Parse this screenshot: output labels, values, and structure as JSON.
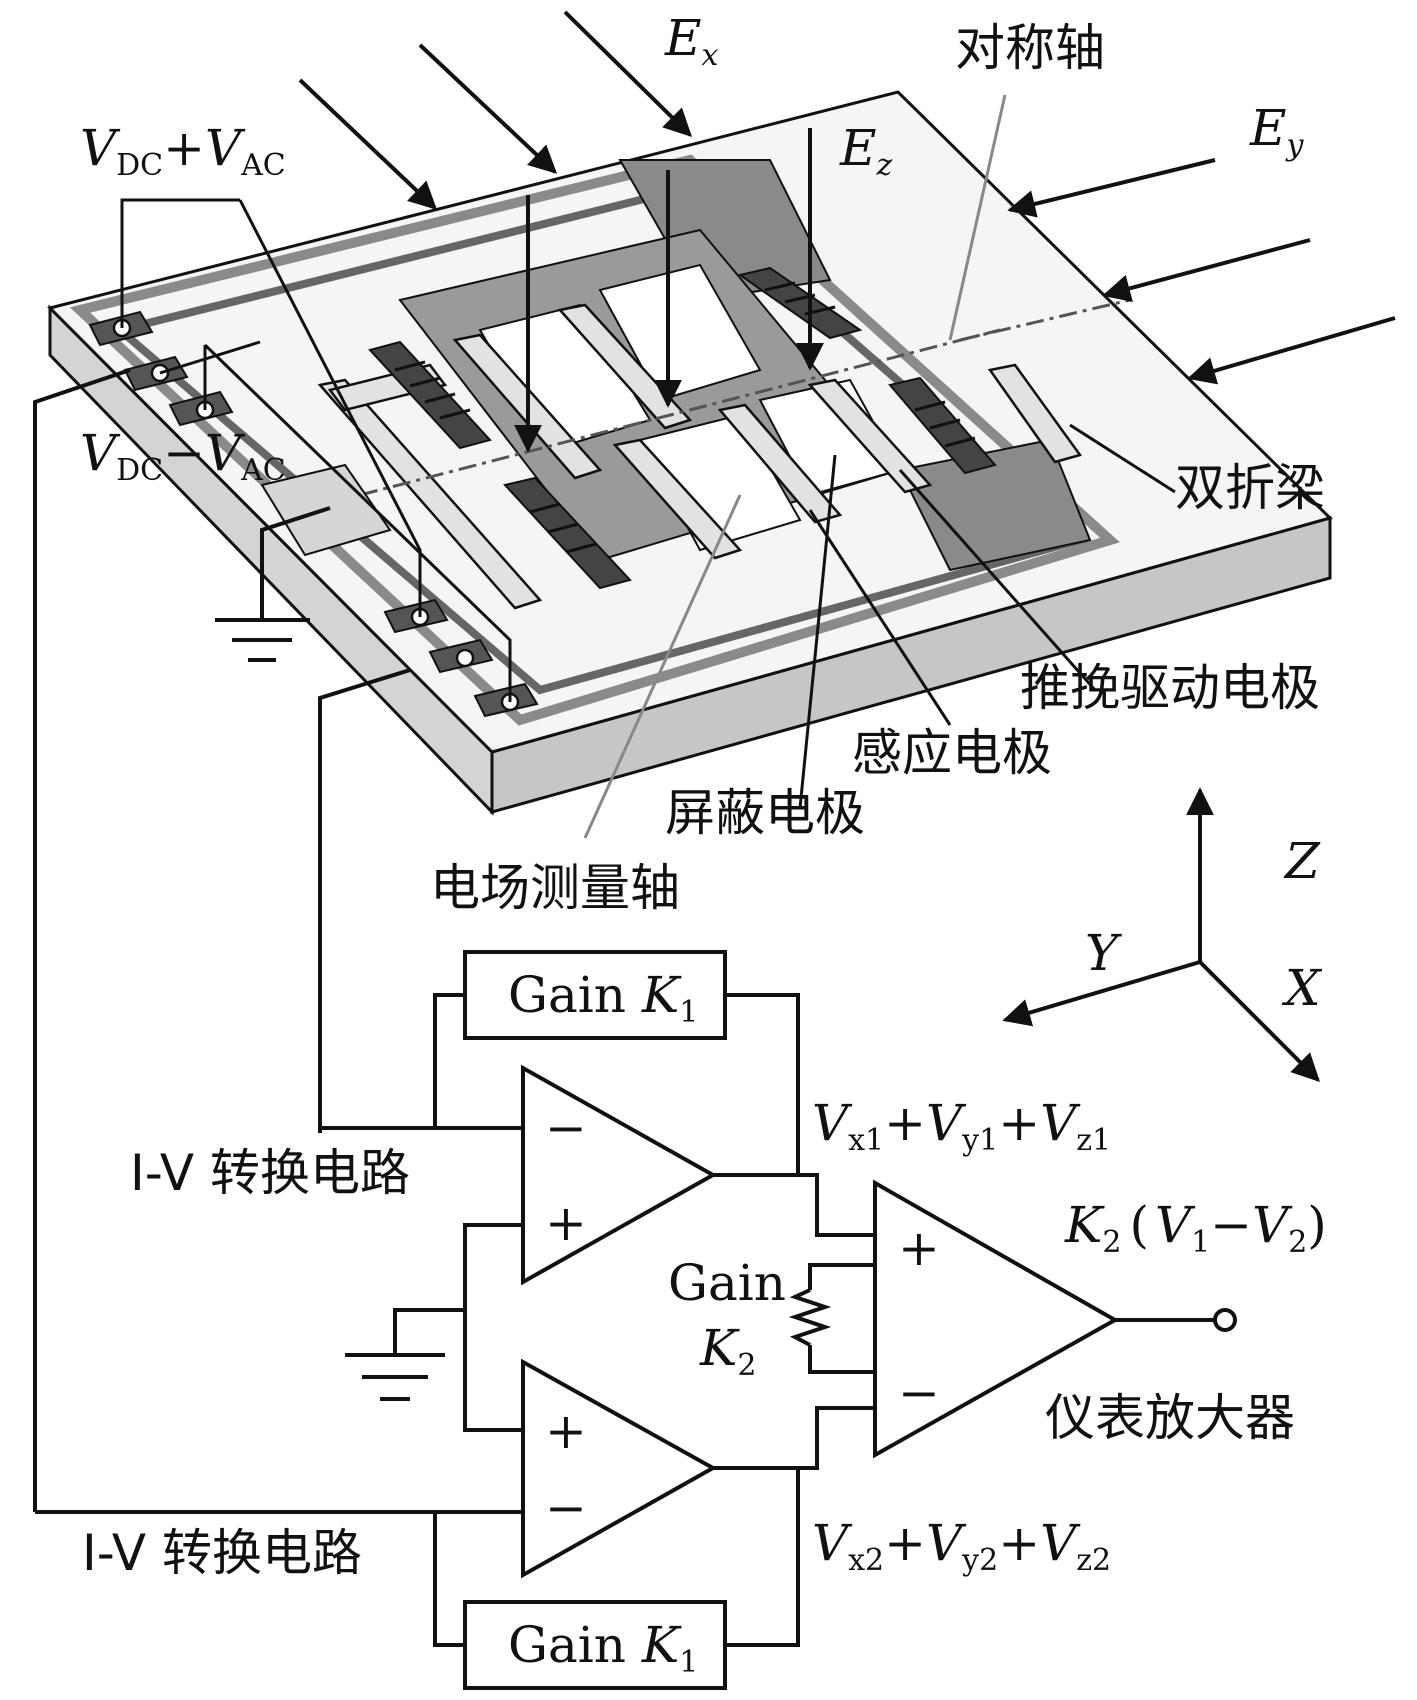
{
  "colors": {
    "chip_top": "#f4f4f4",
    "chip_side": "#cfcfcf",
    "trace": "#b8b8b8",
    "dark": "#555555",
    "line": "#111111"
  },
  "fields": {
    "ex": {
      "main": "E",
      "sub": "x"
    },
    "ey": {
      "main": "E",
      "sub": "y"
    },
    "ez": {
      "main": "E",
      "sub": "z"
    }
  },
  "bias": {
    "plus": {
      "v1": "V",
      "s1": "DC",
      "op": "+",
      "v2": "V",
      "s2": "AC"
    },
    "minus": {
      "v1": "V",
      "s1": "DC",
      "op": "−",
      "v2": "V",
      "s2": "AC"
    }
  },
  "labels": {
    "symmetry_axis": "对称轴",
    "double_folded_beam": "双折梁",
    "push_pull_drive": "推挽驱动电极",
    "sensing_electrode": "感应电极",
    "shield_electrode": "屏蔽电极",
    "measurement_axis": "电场测量轴"
  },
  "axes": {
    "z": "Z",
    "y": "Y",
    "x": "X"
  },
  "circuit": {
    "gain_k1_top": {
      "text": "Gain ",
      "k": "K",
      "sub": "1"
    },
    "gain_k1_bottom": {
      "text": "Gain ",
      "k": "K",
      "sub": "1"
    },
    "gain_k2": {
      "text": "Gain",
      "k": "K",
      "sub": "2"
    },
    "iv_top": "I-V 转换电路",
    "iv_bottom": "I-V 转换电路",
    "minus_sign": "−",
    "plus_sign": "+",
    "out1": {
      "v": "V",
      "a": "x1",
      "b": "y1",
      "c": "z1",
      "op": "+"
    },
    "out2": {
      "v": "V",
      "a": "x2",
      "b": "y2",
      "c": "z2",
      "op": "+"
    },
    "inamp_out": {
      "k": "K",
      "ksub": "2",
      "lp": "(",
      "v1": "V",
      "s1": "1",
      "minus": "−",
      "v2": "V",
      "s2": "2",
      "rp": ")"
    },
    "inamp_label": "仪表放大器"
  }
}
